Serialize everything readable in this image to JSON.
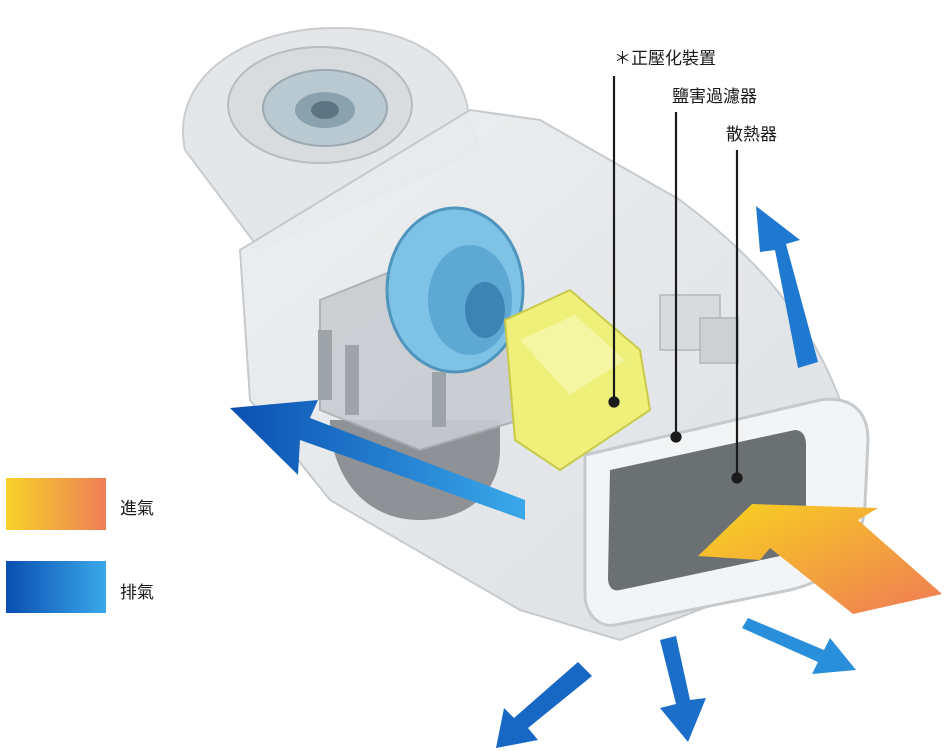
{
  "labels": {
    "normalizer": "＊正壓化裝置",
    "salt_filter": "鹽害過濾器",
    "heat_sink": "散熱器"
  },
  "legend": {
    "intake": {
      "label": "進氣",
      "gradient": [
        "#f7d22a",
        "#ee7f55"
      ]
    },
    "exhaust": {
      "label": "排氣",
      "gradient": [
        "#0a4fb0",
        "#3aa8ea"
      ]
    }
  },
  "colors": {
    "housing": "#e6e8ea",
    "housing_edge": "#c4c8cc",
    "motor_blue": "#7ec3e6",
    "block_yellow": "#eff07a",
    "heat_sink_dark": "#6b7073",
    "leader_line": "#1a1a1a"
  }
}
